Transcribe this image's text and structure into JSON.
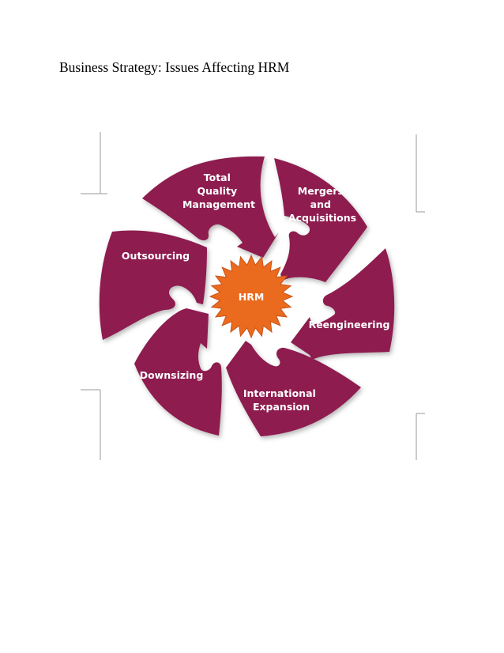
{
  "page": {
    "title": "Business Strategy: Issues Affecting HRM"
  },
  "diagram": {
    "center": {
      "label": "HRM"
    },
    "blades": [
      {
        "key": "tqm",
        "lines": [
          "Total",
          "Quality",
          "Management"
        ]
      },
      {
        "key": "mergers",
        "lines": [
          "Mergers",
          "and",
          "Acquisitions"
        ]
      },
      {
        "key": "reengineering",
        "lines": [
          "Reengineering"
        ]
      },
      {
        "key": "international",
        "lines": [
          "International",
          "Expansion"
        ]
      },
      {
        "key": "downsizing",
        "lines": [
          "Downsizing"
        ]
      },
      {
        "key": "outsourcing",
        "lines": [
          "Outsourcing"
        ]
      }
    ],
    "colors": {
      "blade": "#8e1f50",
      "hub": "#ea6a1e",
      "hub_edge": "#c9541a",
      "text": "#ffffff",
      "shadow": "#bdbdbd",
      "crop_marks": "#9a9a9a"
    }
  }
}
